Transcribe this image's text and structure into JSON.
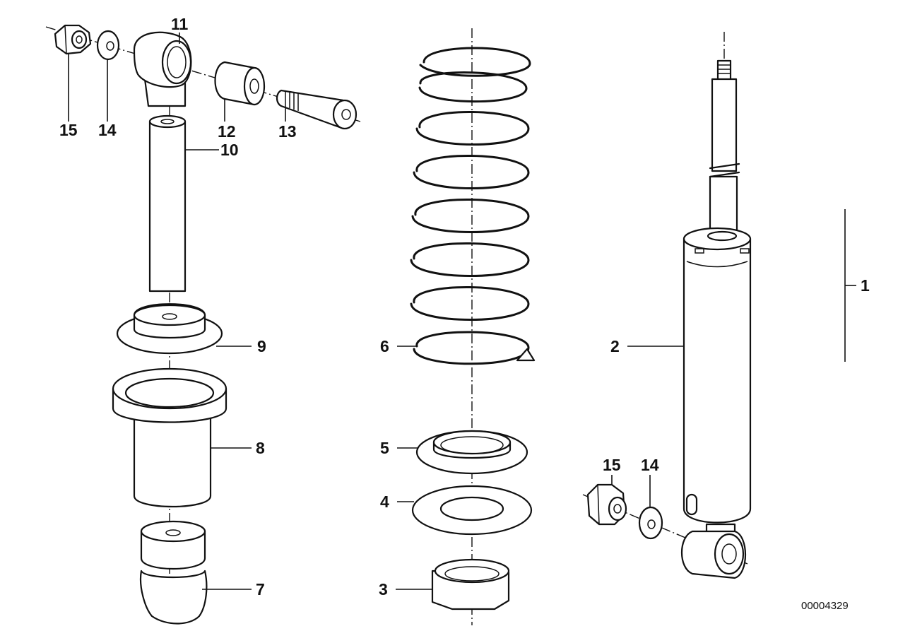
{
  "callouts": {
    "c1": "1",
    "c2": "2",
    "c3": "3",
    "c4": "4",
    "c5": "5",
    "c6": "6",
    "c7": "7",
    "c8": "8",
    "c9": "9",
    "c10": "10",
    "c11": "11",
    "c12": "12",
    "c13": "13",
    "c14a": "14",
    "c15a": "15",
    "c14b": "14",
    "c15b": "15"
  },
  "diagram_code": "00004329"
}
